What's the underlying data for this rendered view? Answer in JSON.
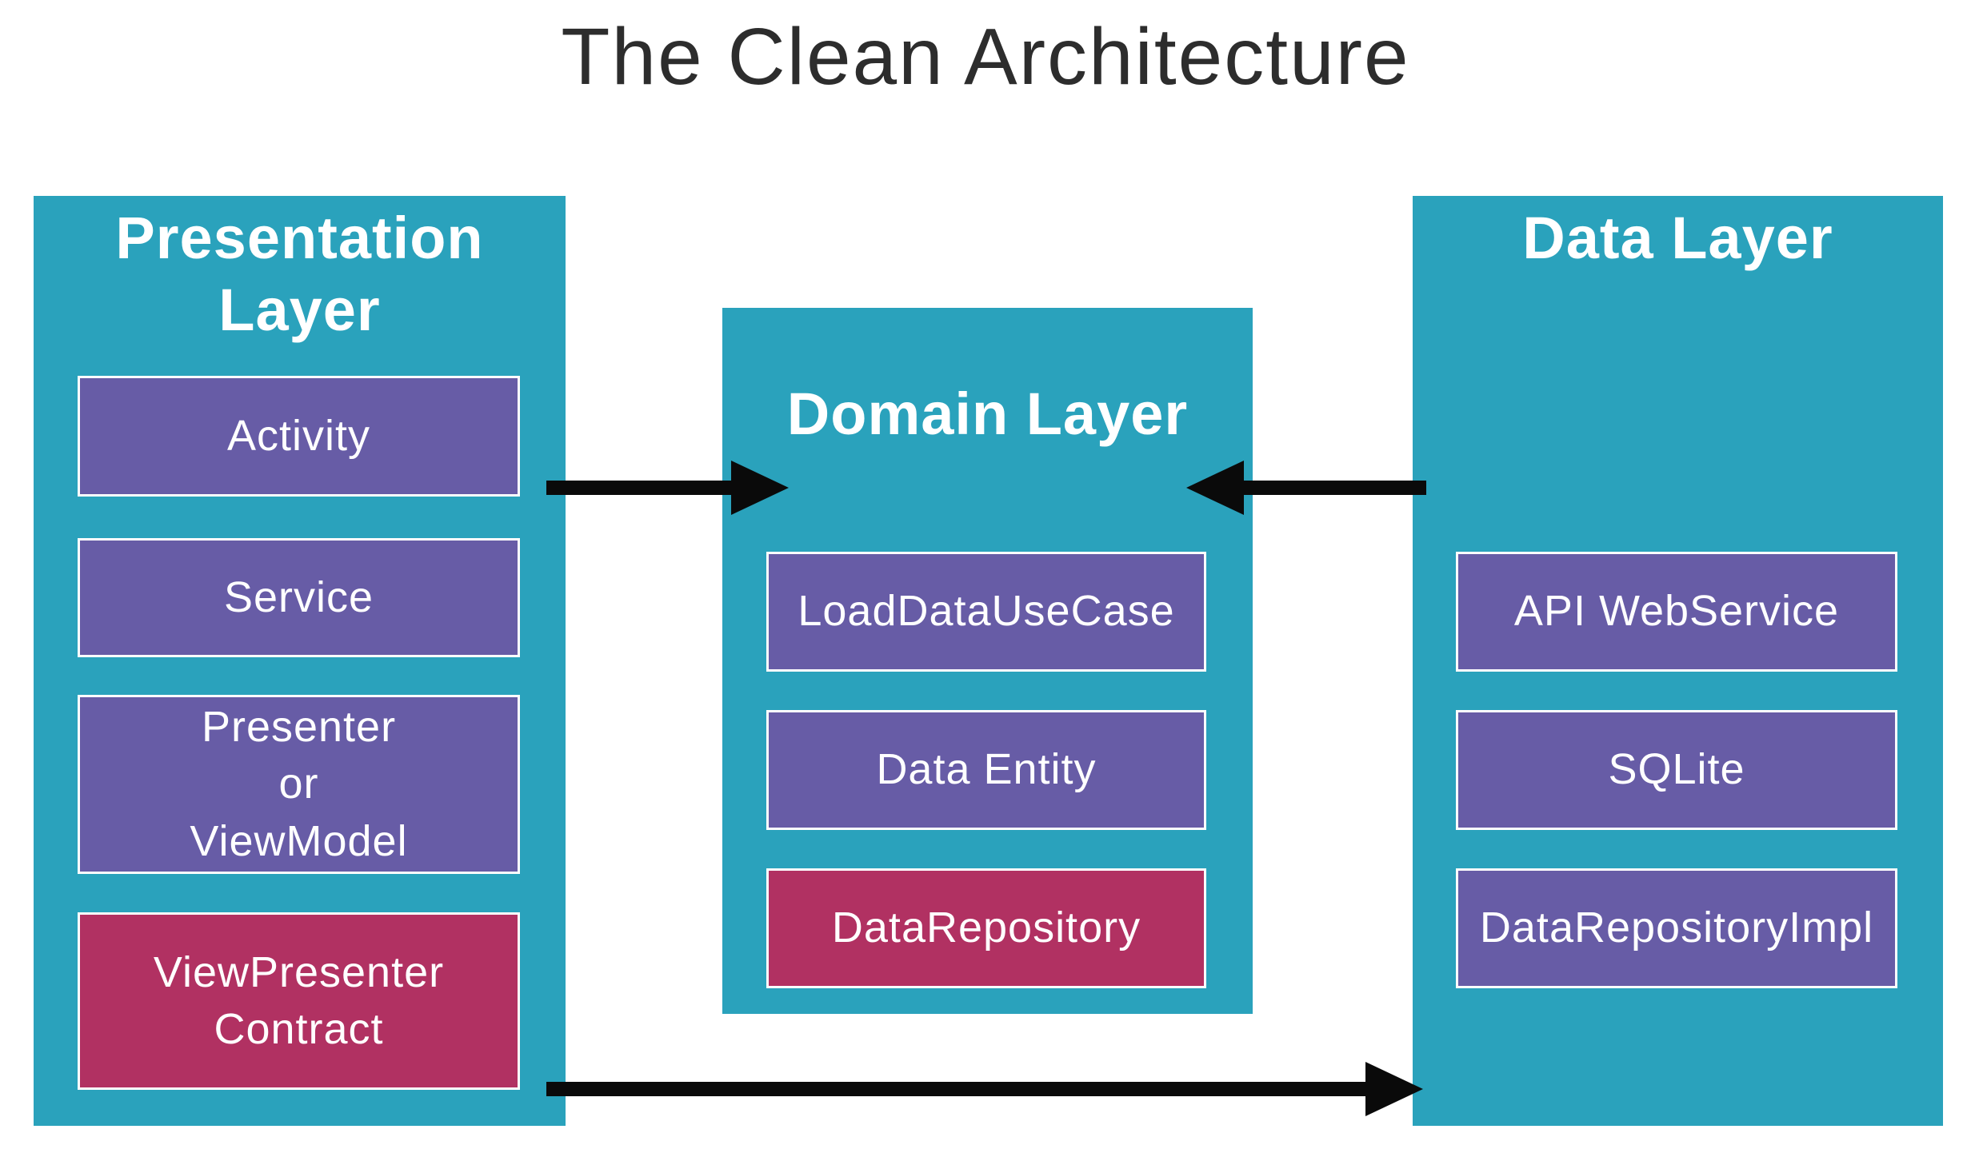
{
  "title": "The Clean Architecture",
  "colors": {
    "teal": "#2AA2BC",
    "purple": "#675CA6",
    "magenta": "#B13162",
    "arrow": "#0A0A0A",
    "box_text": "#FFFFFF",
    "title_text": "#2D2D2D"
  },
  "columns": [
    {
      "header": "Presentation Layer",
      "boxes": [
        {
          "label": "Activity",
          "color": "purple"
        },
        {
          "label": "Service",
          "color": "purple"
        },
        {
          "label": "Presenter\nor\nViewModel",
          "color": "purple"
        },
        {
          "label": "ViewPresenter\nContract",
          "color": "magenta"
        }
      ]
    },
    {
      "header": "Domain Layer",
      "boxes": [
        {
          "label": "LoadDataUseCase",
          "color": "purple"
        },
        {
          "label": "Data Entity",
          "color": "purple"
        },
        {
          "label": "DataRepository",
          "color": "magenta"
        }
      ]
    },
    {
      "header": "Data Layer",
      "boxes": [
        {
          "label": "API WebService",
          "color": "purple"
        },
        {
          "label": "SQLite",
          "color": "purple"
        },
        {
          "label": "DataRepositoryImpl",
          "color": "purple"
        }
      ]
    }
  ],
  "arrows": [
    {
      "from": "Presentation Layer",
      "to": "Domain Layer",
      "direction": "right"
    },
    {
      "from": "Data Layer",
      "to": "Domain Layer",
      "direction": "left"
    },
    {
      "from": "Presentation Layer",
      "to": "Data Layer",
      "direction": "right"
    }
  ]
}
